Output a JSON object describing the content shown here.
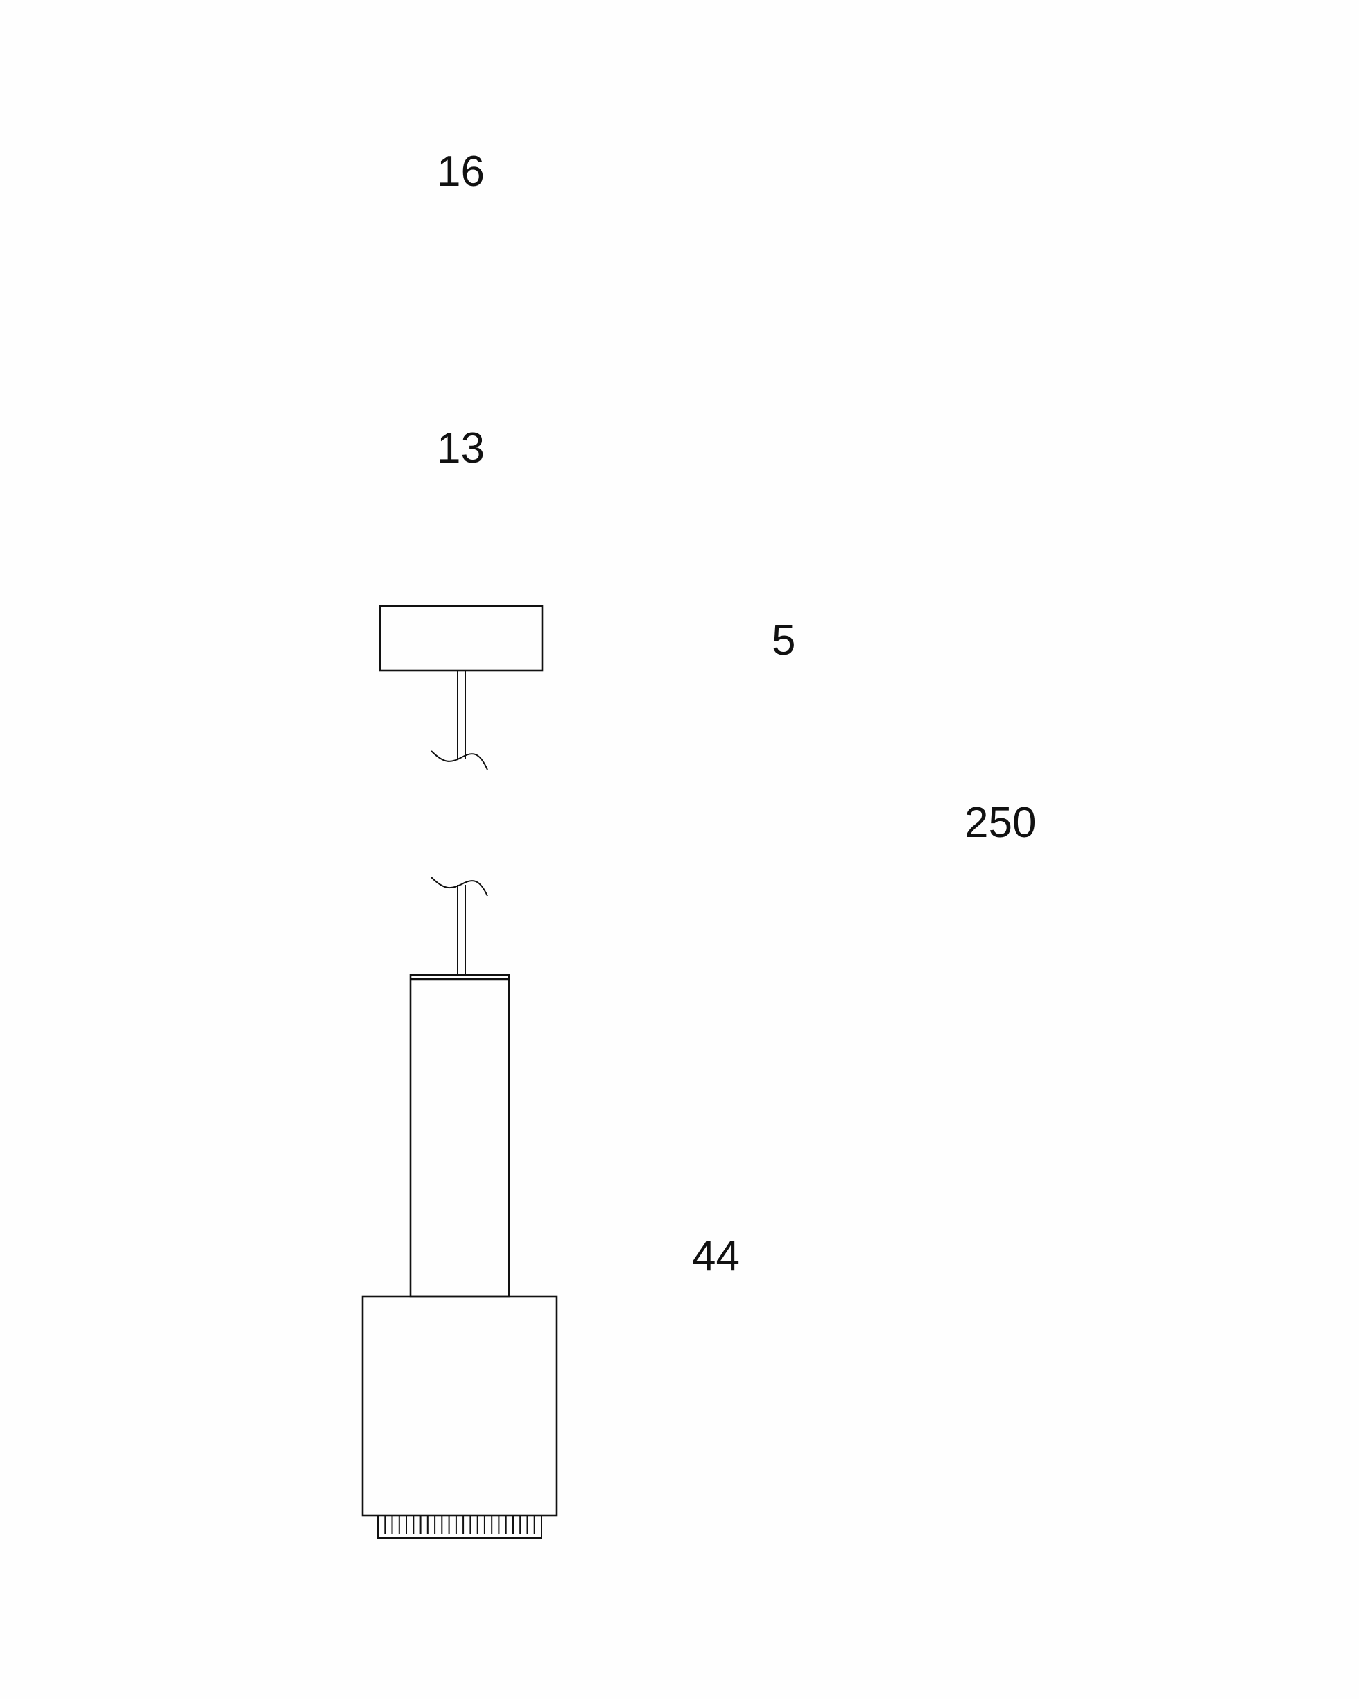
{
  "diagram": {
    "dimensions": {
      "canopy_diameter": "16",
      "canopy_height": "13",
      "stem_thickness": "5",
      "cord_length": "250",
      "shade_height": "44"
    },
    "colors": {
      "line": "#111111",
      "background": "#fefefe"
    }
  }
}
